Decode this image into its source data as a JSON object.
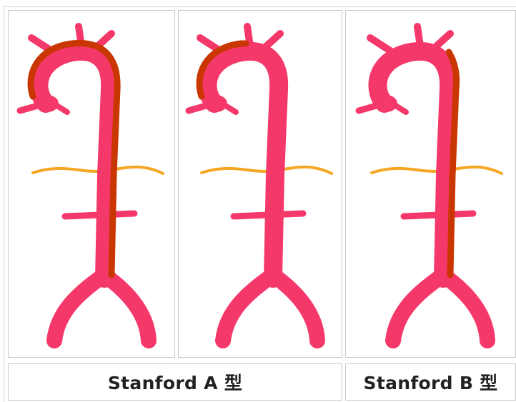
{
  "labels": {
    "type_a": "Stanford A 型",
    "type_b": "Stanford B 型"
  },
  "colors": {
    "aorta": "#f5386a",
    "dissection": "#c93600",
    "diaphragm": "#f5a623",
    "border": "#c8c8c8"
  },
  "panels": [
    {
      "name": "stanford-a-extensive",
      "dissection": "ascending-arch-descending-abdominal"
    },
    {
      "name": "stanford-a-ascending-only",
      "dissection": "ascending-arch"
    },
    {
      "name": "stanford-b",
      "dissection": "descending-abdominal"
    }
  ]
}
